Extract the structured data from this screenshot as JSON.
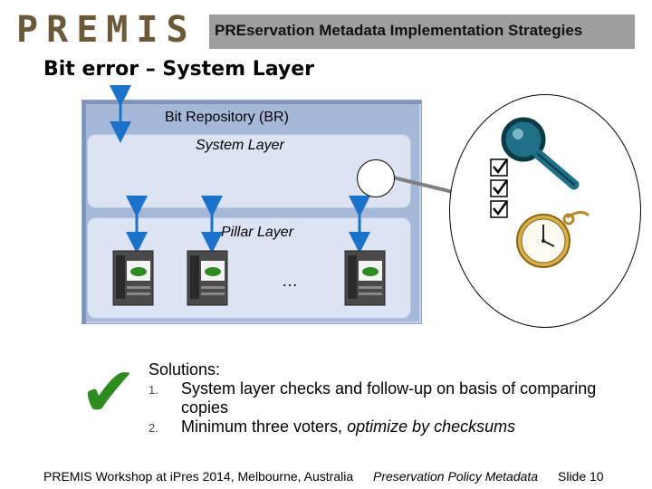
{
  "header": {
    "logo_letters": [
      "P",
      "R",
      "E",
      "M",
      "I",
      "S"
    ],
    "banner_text": "PREservation Metadata Implementation Strategies"
  },
  "slide": {
    "title": "Bit error – System Layer",
    "diagram": {
      "repository_label": "Bit Repository (BR)",
      "system_layer_label": "System Layer",
      "pillar_layer_label": "Pillar Layer",
      "ellipsis": "…"
    },
    "solutions": {
      "title": "Solutions:",
      "items": [
        {
          "num": "1.",
          "text": "System layer checks and follow-up on basis of comparing copies"
        },
        {
          "num": "2.",
          "text_plain": "Minimum three voters, ",
          "text_italic": "optimize by checksums"
        }
      ]
    }
  },
  "footer": {
    "left": "PREMIS Workshop at iPres 2014, Melbourne, Australia",
    "middle": "Preservation Policy Metadata",
    "right": "Slide  10"
  },
  "colors": {
    "repository_fill": "#a6b8d8",
    "layer_fill": "#dce4f3",
    "arrow": "#1a73c9",
    "check_green": "#2e8b1e",
    "banner_gray": "#9e9e9e"
  }
}
